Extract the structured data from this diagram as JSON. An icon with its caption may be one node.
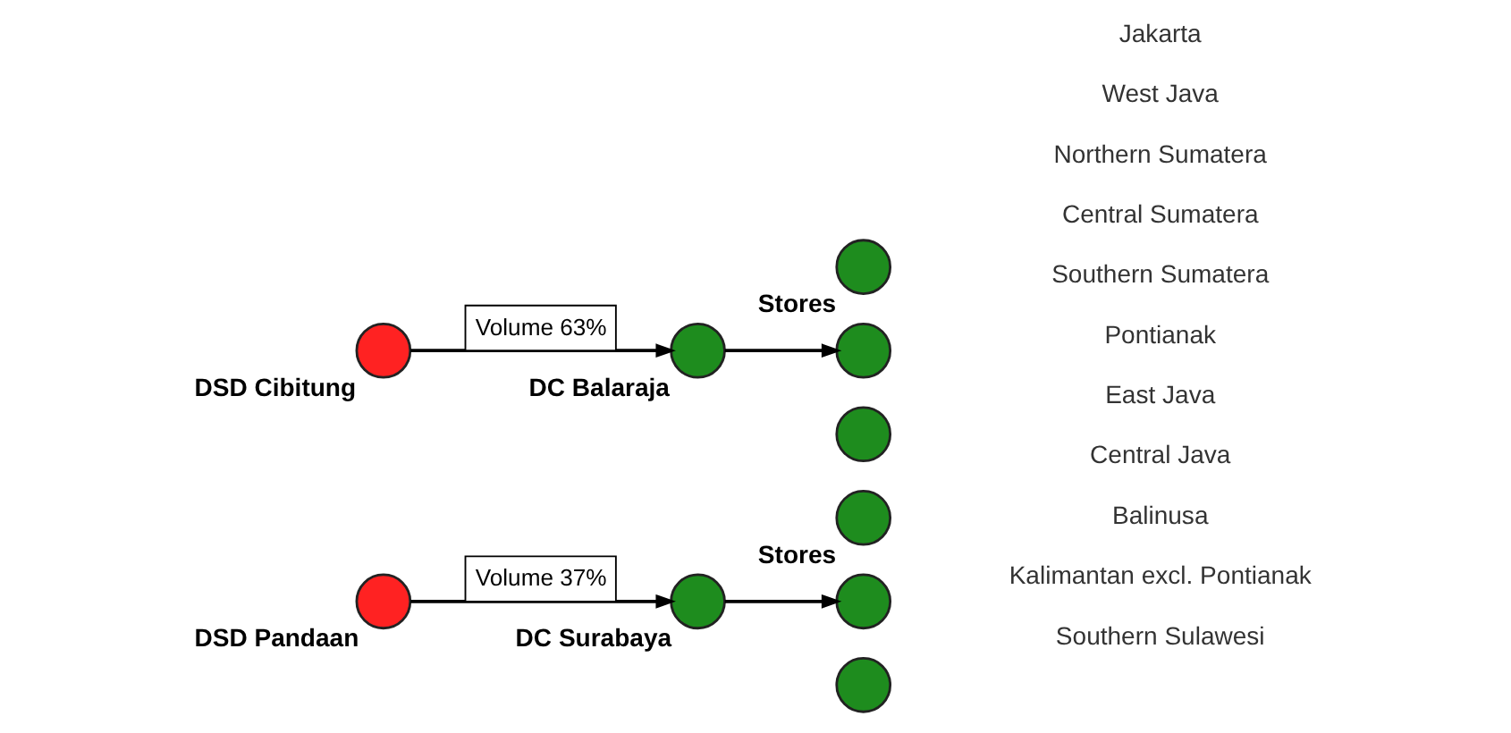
{
  "diagram": {
    "nodes": [
      {
        "text": [
          "DSD Cibitung"
        ]
      },
      {
        "text": [
          "DC Balaraja"
        ]
      },
      {
        "text": [
          "Stores"
        ]
      },
      {
        "text": [],
        "shape": "circle"
      },
      {
        "text": [],
        "shape": "circle"
      },
      {
        "text": [
          "DSD Pandaan"
        ]
      },
      {
        "text": [
          "DC Surabaya"
        ]
      },
      {
        "text": [
          "Stores"
        ]
      },
      {
        "text": [],
        "shape": "circle"
      },
      {
        "text": [],
        "shape": "circle"
      }
    ],
    "edges": [
      {
        "from": 0,
        "to": 1,
        "arrow": "to",
        "label": "Volume 63%"
      },
      {
        "from": 1,
        "to": 3,
        "arrow": "to"
      },
      {
        "from": 5,
        "to": 6,
        "arrow": "to",
        "label": "Volume 37%"
      },
      {
        "from": 6,
        "to": 8,
        "arrow": "to"
      }
    ],
    "labels": [
      "Jakarta",
      "West Java",
      "Northern Sumatera",
      "Central Sumatera",
      "Southern Sumatera",
      "Pontianak",
      "East Java",
      "Central Java",
      "Balinusa",
      "Kalimantan excl. Pontianak",
      "Southern Sulawesi"
    ]
  }
}
